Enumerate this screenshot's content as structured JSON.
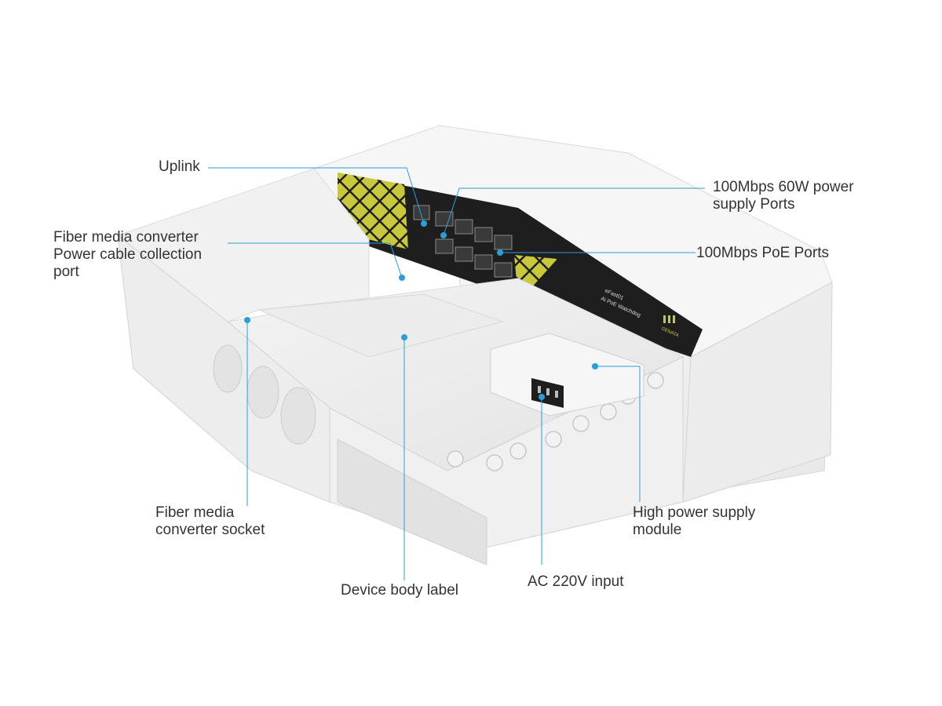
{
  "colors": {
    "callout_line": "#2a9fd6",
    "dot": "#2a9fd6",
    "enclosure_light": "#f4f4f4",
    "enclosure_shadow": "#dcdcdc",
    "panel_dark": "#1e1e1e",
    "panel_accent": "#c8c83c"
  },
  "callouts": {
    "uplink": {
      "lines": [
        "Uplink"
      ]
    },
    "fiber_power_port": {
      "lines": [
        "Fiber media converter",
        "Power cable collection",
        "port"
      ]
    },
    "poe_60w_ports": {
      "lines": [
        "100Mbps 60W power",
        "supply Ports"
      ]
    },
    "poe_ports": {
      "lines": [
        "100Mbps PoE Ports"
      ]
    },
    "fiber_socket": {
      "lines": [
        "Fiber media",
        "converter socket"
      ]
    },
    "body_label": {
      "lines": [
        "Device body label"
      ]
    },
    "ac_input": {
      "lines": [
        "AC 220V input"
      ]
    },
    "psu_module": {
      "lines": [
        "High power supply",
        "module"
      ]
    }
  },
  "device": {
    "panel_brand": "GENATA",
    "panel_product": "Ai PoE Watchdog",
    "panel_model": "eFast01",
    "icon": "poe-switch-enclosure-illustration"
  }
}
